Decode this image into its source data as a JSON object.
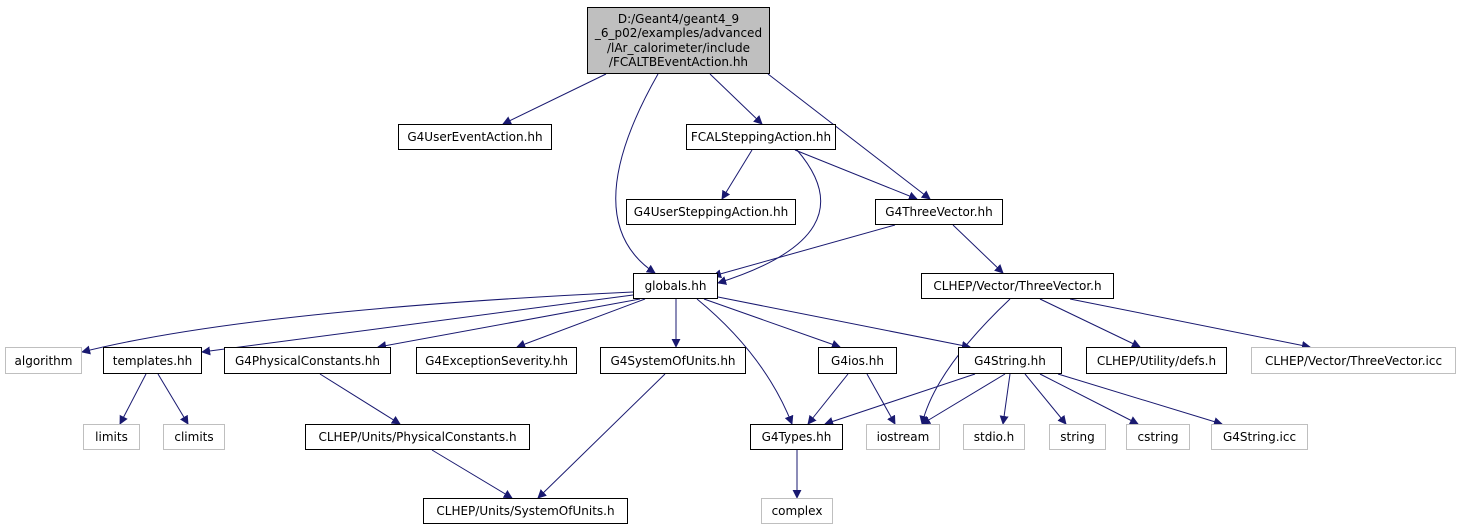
{
  "diagram": {
    "colors": {
      "edge": "#191970",
      "root_fill": "#bfbfbf",
      "node_border": "#000000",
      "system_border": "#bfbfbf"
    },
    "nodes": [
      {
        "id": "root",
        "label": "D:/Geant4/geant4_9\n_6_p02/examples/advanced\n/lAr_calorimeter/include\n/FCALTBEventAction.hh",
        "kind": "root"
      },
      {
        "id": "usereventaction",
        "label": "G4UserEventAction.hh",
        "kind": "local"
      },
      {
        "id": "fcalstepping",
        "label": "FCALSteppingAction.hh",
        "kind": "local"
      },
      {
        "id": "usersteppingaction",
        "label": "G4UserSteppingAction.hh",
        "kind": "local"
      },
      {
        "id": "threevectorhh",
        "label": "G4ThreeVector.hh",
        "kind": "local"
      },
      {
        "id": "globals",
        "label": "globals.hh",
        "kind": "local"
      },
      {
        "id": "clhepthreevector",
        "label": "CLHEP/Vector/ThreeVector.h",
        "kind": "local"
      },
      {
        "id": "algorithm",
        "label": "algorithm",
        "kind": "system"
      },
      {
        "id": "templates",
        "label": "templates.hh",
        "kind": "local"
      },
      {
        "id": "physconst",
        "label": "G4PhysicalConstants.hh",
        "kind": "local"
      },
      {
        "id": "exceptionseverity",
        "label": "G4ExceptionSeverity.hh",
        "kind": "local"
      },
      {
        "id": "systemofunits",
        "label": "G4SystemOfUnits.hh",
        "kind": "local"
      },
      {
        "id": "g4ios",
        "label": "G4ios.hh",
        "kind": "local"
      },
      {
        "id": "g4string",
        "label": "G4String.hh",
        "kind": "local"
      },
      {
        "id": "utilitydefs",
        "label": "CLHEP/Utility/defs.h",
        "kind": "local"
      },
      {
        "id": "threevectoricc",
        "label": "CLHEP/Vector/ThreeVector.icc",
        "kind": "system"
      },
      {
        "id": "limits",
        "label": "limits",
        "kind": "system"
      },
      {
        "id": "climits",
        "label": "climits",
        "kind": "system"
      },
      {
        "id": "clhepphysconst",
        "label": "CLHEP/Units/PhysicalConstants.h",
        "kind": "local"
      },
      {
        "id": "g4types",
        "label": "G4Types.hh",
        "kind": "local"
      },
      {
        "id": "iostream",
        "label": "iostream",
        "kind": "system"
      },
      {
        "id": "stdio",
        "label": "stdio.h",
        "kind": "system"
      },
      {
        "id": "string",
        "label": "string",
        "kind": "system"
      },
      {
        "id": "cstring",
        "label": "cstring",
        "kind": "system"
      },
      {
        "id": "g4stringicc",
        "label": "G4String.icc",
        "kind": "system"
      },
      {
        "id": "clhepsystemofunits",
        "label": "CLHEP/Units/SystemOfUnits.h",
        "kind": "local"
      },
      {
        "id": "complex",
        "label": "complex",
        "kind": "system"
      }
    ],
    "edges": [
      {
        "from": "root",
        "to": "usereventaction"
      },
      {
        "from": "root",
        "to": "fcalstepping"
      },
      {
        "from": "root",
        "to": "threevectorhh"
      },
      {
        "from": "root",
        "to": "globals"
      },
      {
        "from": "fcalstepping",
        "to": "usersteppingaction"
      },
      {
        "from": "fcalstepping",
        "to": "threevectorhh"
      },
      {
        "from": "fcalstepping",
        "to": "globals"
      },
      {
        "from": "threevectorhh",
        "to": "globals"
      },
      {
        "from": "threevectorhh",
        "to": "clhepthreevector"
      },
      {
        "from": "globals",
        "to": "algorithm"
      },
      {
        "from": "globals",
        "to": "templates"
      },
      {
        "from": "globals",
        "to": "physconst"
      },
      {
        "from": "globals",
        "to": "exceptionseverity"
      },
      {
        "from": "globals",
        "to": "systemofunits"
      },
      {
        "from": "globals",
        "to": "g4ios"
      },
      {
        "from": "globals",
        "to": "g4string"
      },
      {
        "from": "globals",
        "to": "g4types"
      },
      {
        "from": "clhepthreevector",
        "to": "iostream"
      },
      {
        "from": "clhepthreevector",
        "to": "utilitydefs"
      },
      {
        "from": "clhepthreevector",
        "to": "threevectoricc"
      },
      {
        "from": "templates",
        "to": "limits"
      },
      {
        "from": "templates",
        "to": "climits"
      },
      {
        "from": "physconst",
        "to": "clhepphysconst"
      },
      {
        "from": "systemofunits",
        "to": "clhepsystemofunits"
      },
      {
        "from": "g4ios",
        "to": "g4types"
      },
      {
        "from": "g4ios",
        "to": "iostream"
      },
      {
        "from": "g4string",
        "to": "g4types"
      },
      {
        "from": "g4string",
        "to": "iostream"
      },
      {
        "from": "g4string",
        "to": "stdio"
      },
      {
        "from": "g4string",
        "to": "string"
      },
      {
        "from": "g4string",
        "to": "cstring"
      },
      {
        "from": "g4string",
        "to": "g4stringicc"
      },
      {
        "from": "clhepphysconst",
        "to": "clhepsystemofunits"
      },
      {
        "from": "g4types",
        "to": "complex"
      }
    ]
  }
}
